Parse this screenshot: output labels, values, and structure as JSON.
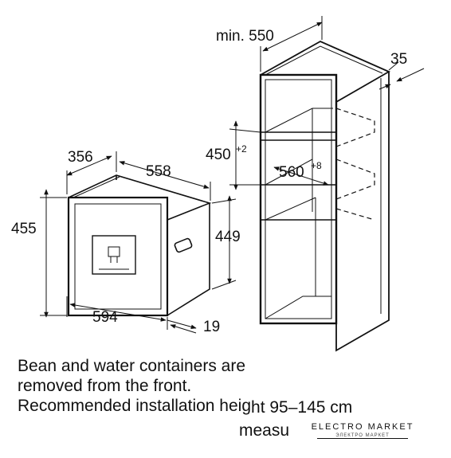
{
  "diagram": {
    "appliance": {
      "depth": "356",
      "width_inner": "558",
      "height_outer": "455",
      "height_inner": "449",
      "width_front": "594",
      "front_depth": "19"
    },
    "cabinet": {
      "min_width": "min. 550",
      "side_clearance": "35",
      "niche_height": "450",
      "niche_height_tol": "+2",
      "niche_width": "560",
      "niche_width_tol": "+8"
    }
  },
  "caption": {
    "line1": "Bean and water containers are",
    "line2": "removed from the front.",
    "line3": "Recommended installation heig",
    "line3_tail": "ht 95–145 cm",
    "line4": "measu"
  },
  "watermark": {
    "name": "ELECTRO MARKET",
    "tagline": "ЭЛЕКТРО МАРКЕТ"
  }
}
